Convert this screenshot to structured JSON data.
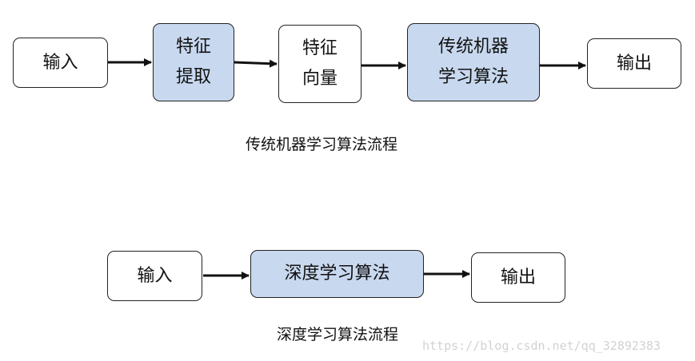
{
  "top_flow": {
    "input": "输入",
    "feature_extraction": [
      "特征",
      "提取"
    ],
    "feature_vector": [
      "特征",
      "向量"
    ],
    "algorithm": [
      "传统机器",
      "学习算法"
    ],
    "output": "输出",
    "caption": "传统机器学习算法流程"
  },
  "bottom_flow": {
    "input": "输入",
    "algorithm": "深度学习算法",
    "output": "输出",
    "caption": "深度学习算法流程"
  },
  "watermark": "https://blog.csdn.net/qq_32892383",
  "colors": {
    "highlight_fill": "#c8d8ef",
    "border": "#222222",
    "arrow": "#111111"
  }
}
